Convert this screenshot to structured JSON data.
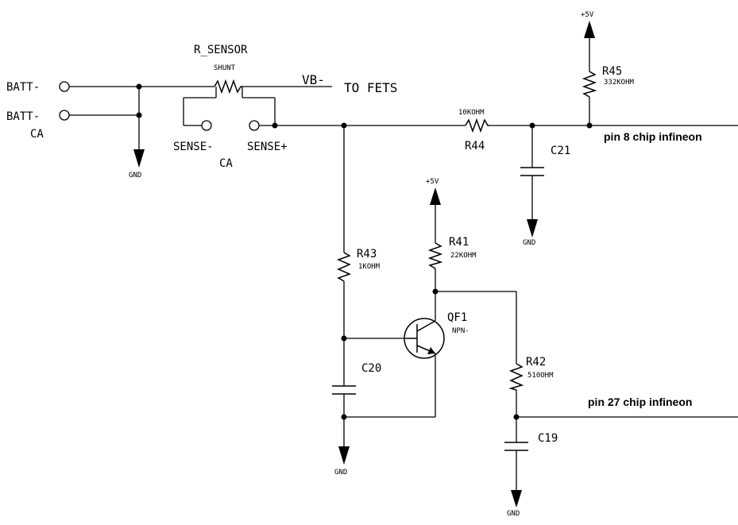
{
  "labels": {
    "batt_neg": "BATT-",
    "batt_ca_1": "BATT-",
    "batt_ca_2": "CA",
    "r_sensor": "R_SENSOR",
    "shunt": "SHUNT",
    "vb_neg": "VB-",
    "to_fets": "TO FETS",
    "sense_neg": "SENSE-",
    "sense_pos": "SENSE+",
    "sense_ca": "CA",
    "r44_value": "10KOHM",
    "r44": "R44",
    "r45": "R45",
    "r45_value": "332KOHM",
    "vcc_top": "+5V",
    "c21": "C21",
    "pin8": "pin 8 chip infineon",
    "vcc_mid": "+5V",
    "r41": "R41",
    "r41_value": "22KOHM",
    "r43": "R43",
    "r43_value": "1KOHM",
    "qf1": "QF1",
    "qf1_type": "NPN-",
    "c20": "C20",
    "r42": "R42",
    "r42_value": "510OHM",
    "pin27": "pin 27 chip infineon",
    "c19": "C19",
    "gnd1": "GND",
    "gnd2": "GND",
    "gnd3": "GND",
    "gnd4": "GND"
  }
}
